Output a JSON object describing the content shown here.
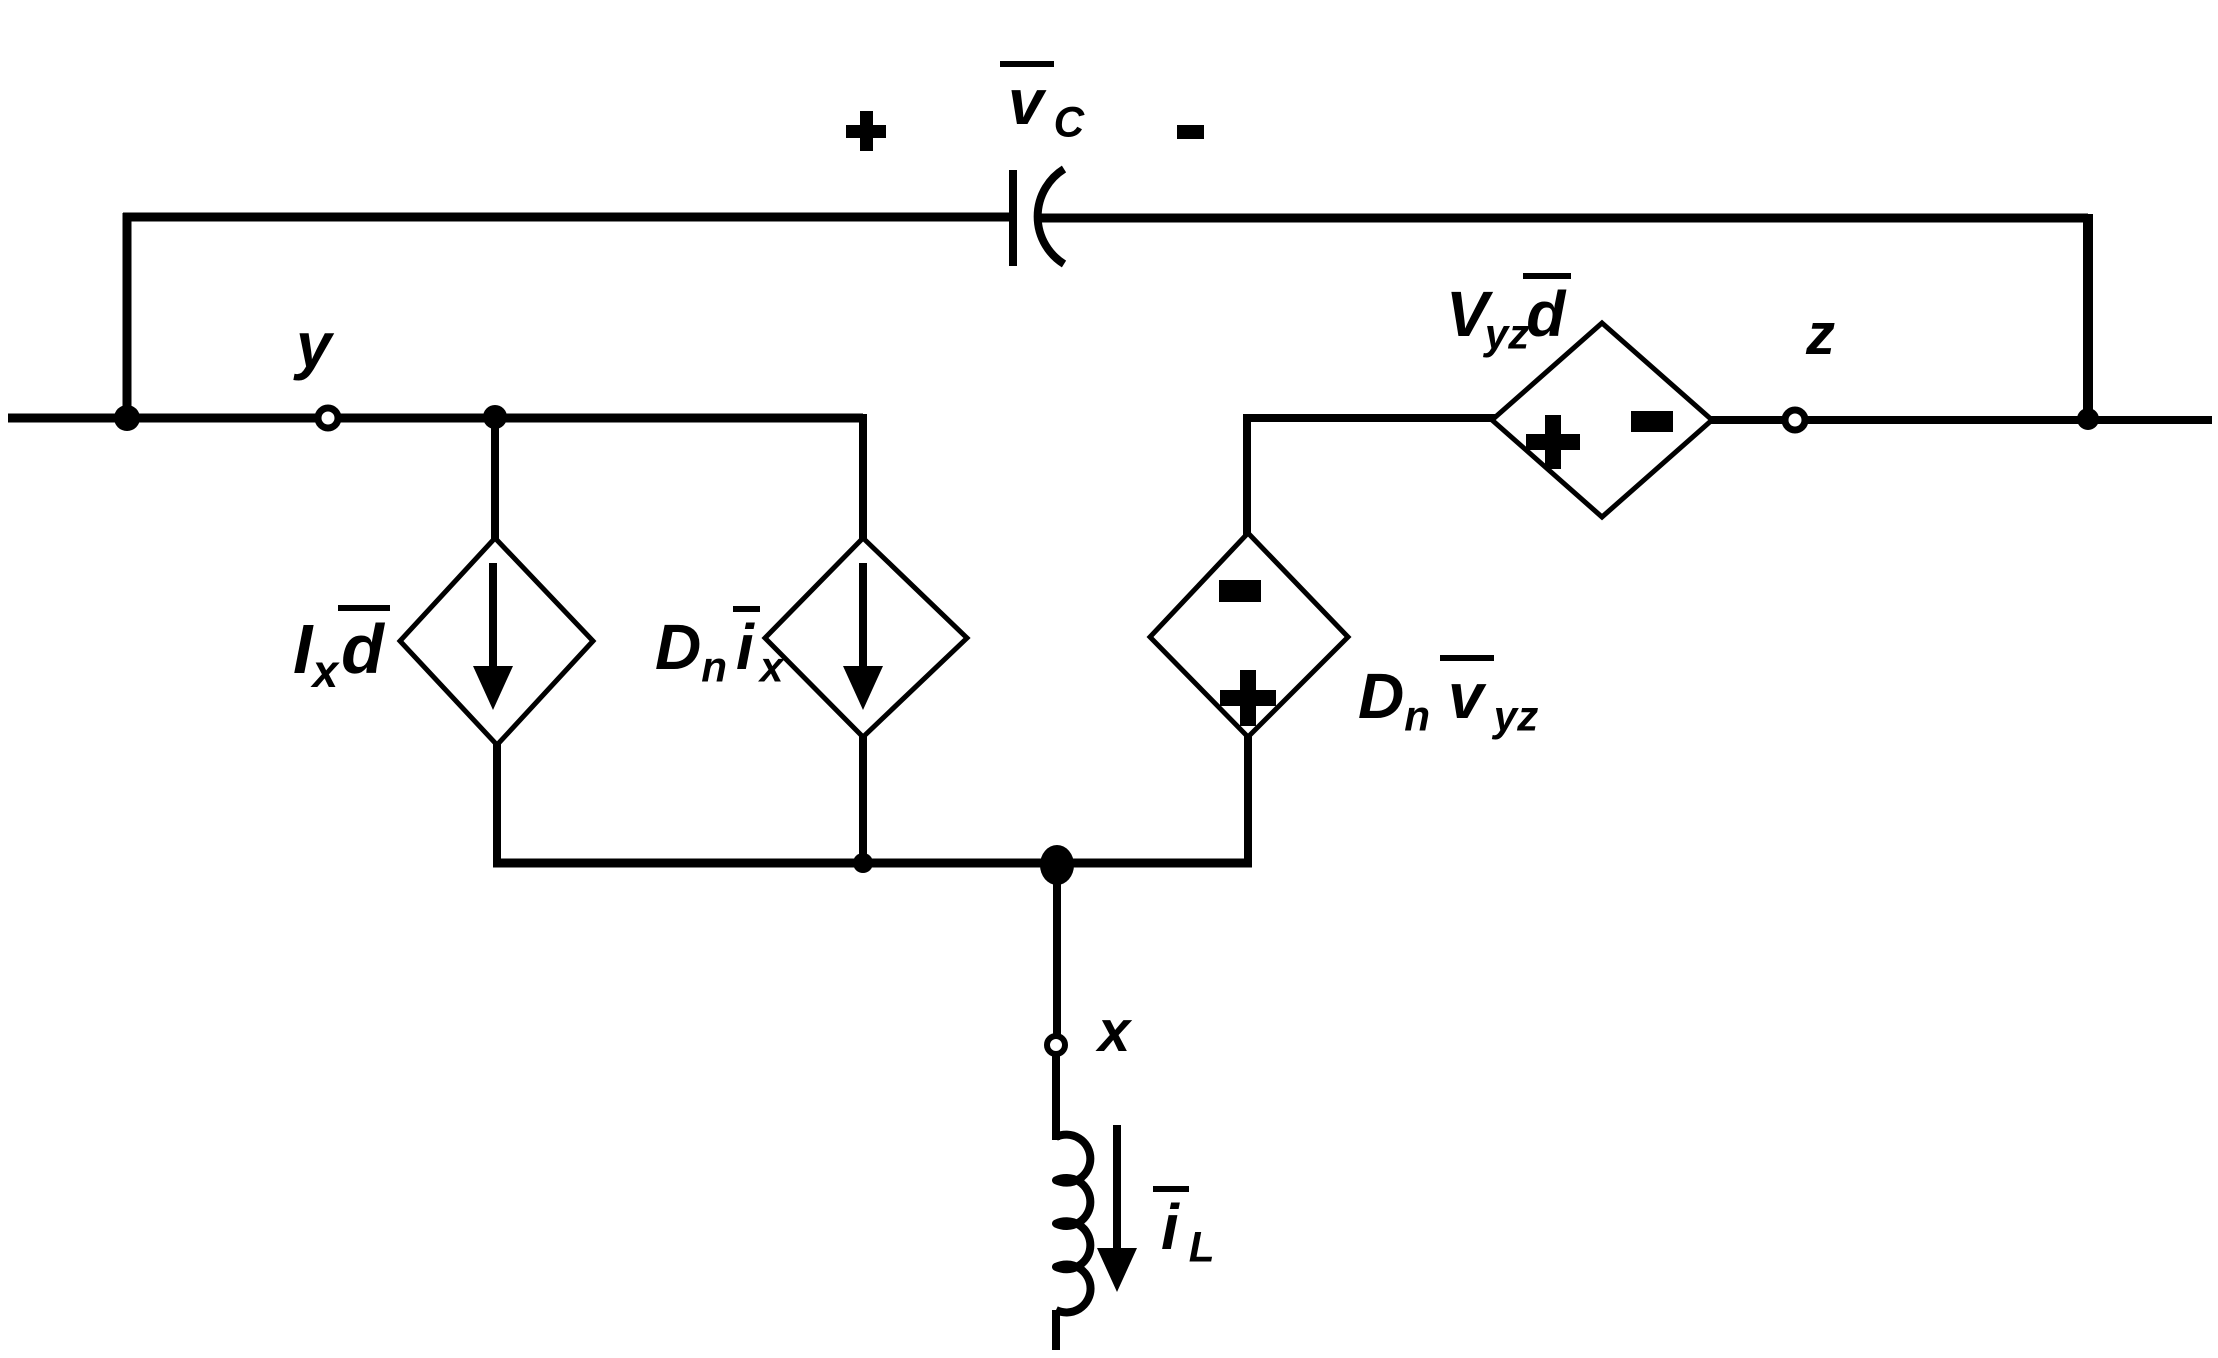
{
  "diagram_type": "circuit-schematic",
  "colors": {
    "ink": "#000000",
    "background": "#ffffff"
  },
  "nodes": {
    "y": "y",
    "z": "z",
    "x": "x"
  },
  "labels": {
    "cap": {
      "base": "v",
      "sub": "C"
    },
    "src_ixd": {
      "main": "I",
      "mainsub": "x",
      "coeff": "d"
    },
    "src_dnix": {
      "main": "D",
      "mainsub": "n",
      "base": "i",
      "basesub": "x"
    },
    "src_dnvyz": {
      "main": "D",
      "mainsub": "n",
      "base": "v",
      "basesub": "yz"
    },
    "src_vyzd": {
      "main": "V",
      "mainsub": "yz",
      "coeff": "d"
    },
    "inductor_current": {
      "base": "i",
      "basesub": "L"
    }
  },
  "polarities": {
    "capacitor": {
      "left": "+",
      "right": "-"
    },
    "source_vyzd": {
      "left": "+",
      "right": "-"
    },
    "source_dnvyz": {
      "top": "-",
      "bottom": "+"
    }
  },
  "components": [
    {
      "id": "capacitor",
      "value": "v̄C"
    },
    {
      "id": "dependent-current-source-1",
      "value": "Ix d̄",
      "arrow": "down"
    },
    {
      "id": "dependent-current-source-2",
      "value": "Dn īx",
      "arrow": "down"
    },
    {
      "id": "dependent-voltage-source-1",
      "value": "Dn v̄yz"
    },
    {
      "id": "dependent-voltage-source-2",
      "value": "Vyz d̄"
    },
    {
      "id": "inductor",
      "current": "īL",
      "arrow": "down"
    }
  ]
}
